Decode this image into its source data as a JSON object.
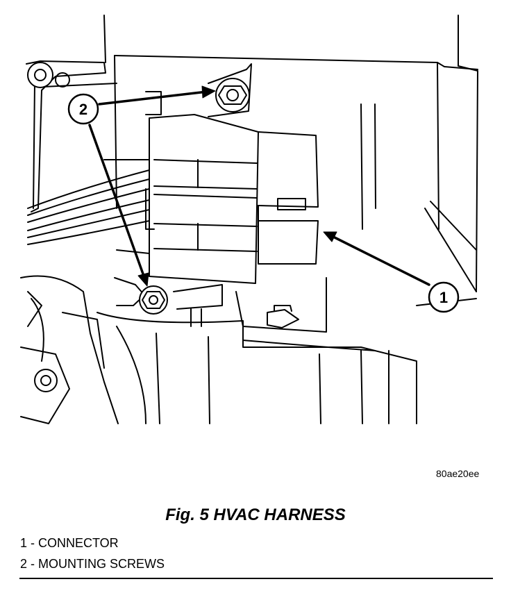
{
  "figure": {
    "callouts": [
      {
        "number": "1",
        "label": "CONNECTOR"
      },
      {
        "number": "2",
        "label": "MOUNTING SCREWS"
      }
    ],
    "image_code": "80ae20ee"
  },
  "caption": {
    "title": "Fig. 5 HVAC HARNESS"
  },
  "legend": [
    {
      "text": "1 - CONNECTOR"
    },
    {
      "text": "2 - MOUNTING SCREWS"
    }
  ],
  "colors": {
    "line": "#000000",
    "background": "#ffffff"
  }
}
